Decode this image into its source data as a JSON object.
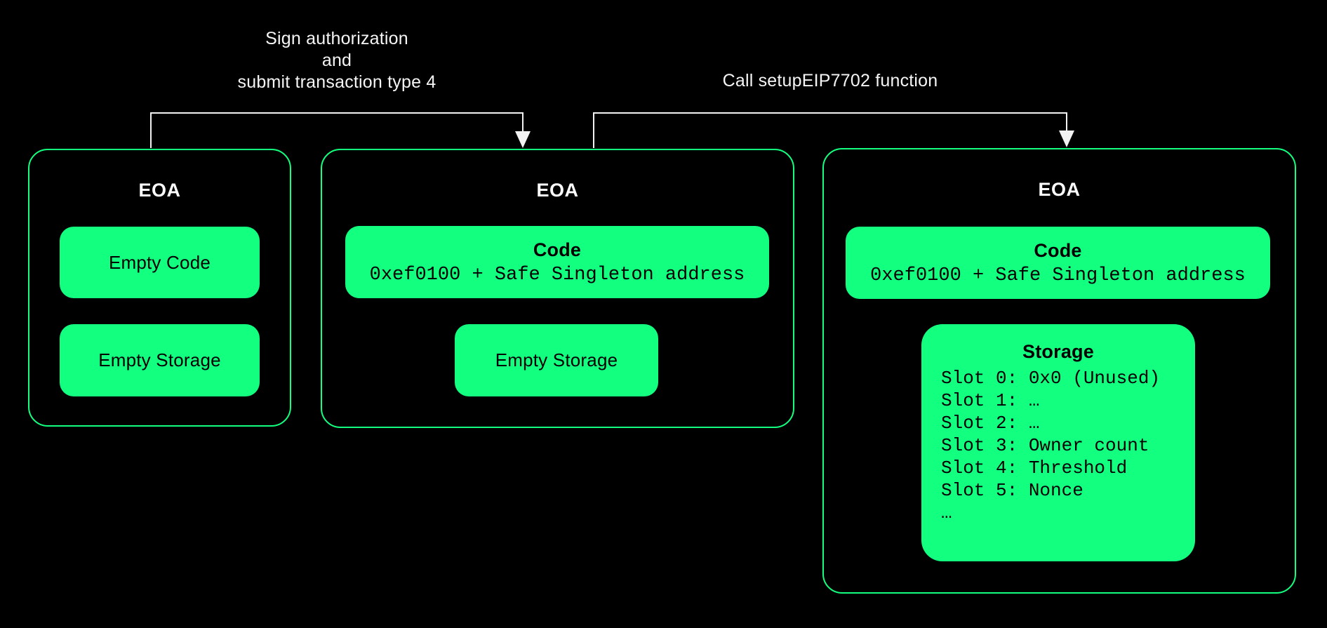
{
  "colors": {
    "background": "#000000",
    "accent_green": "#12ff80",
    "chip_text": "#000000",
    "title_text": "#ffffff",
    "arrow": "#f2f2f2"
  },
  "arrows": [
    {
      "name": "sign-authorization",
      "lines": [
        "Sign authorization",
        "and",
        "submit transaction type 4"
      ]
    },
    {
      "name": "call-setup",
      "lines": [
        "Call setupEIP7702 function"
      ]
    }
  ],
  "boxes": [
    {
      "title": "EOA",
      "chips": [
        {
          "title": "Empty Code"
        },
        {
          "title": "Empty Storage"
        }
      ]
    },
    {
      "title": "EOA",
      "chips": [
        {
          "title": "Code",
          "subtitle": "0xef0100 + Safe Singleton address"
        },
        {
          "title": "Empty Storage"
        }
      ]
    },
    {
      "title": "EOA",
      "chips": [
        {
          "title": "Code",
          "subtitle": "0xef0100 + Safe Singleton address"
        },
        {
          "title": "Storage",
          "slots": [
            "Slot 0: 0x0 (Unused)",
            "Slot 1: …",
            "Slot 2: …",
            "Slot 3: Owner count",
            "Slot 4: Threshold",
            "Slot 5: Nonce",
            "…"
          ]
        }
      ]
    }
  ]
}
